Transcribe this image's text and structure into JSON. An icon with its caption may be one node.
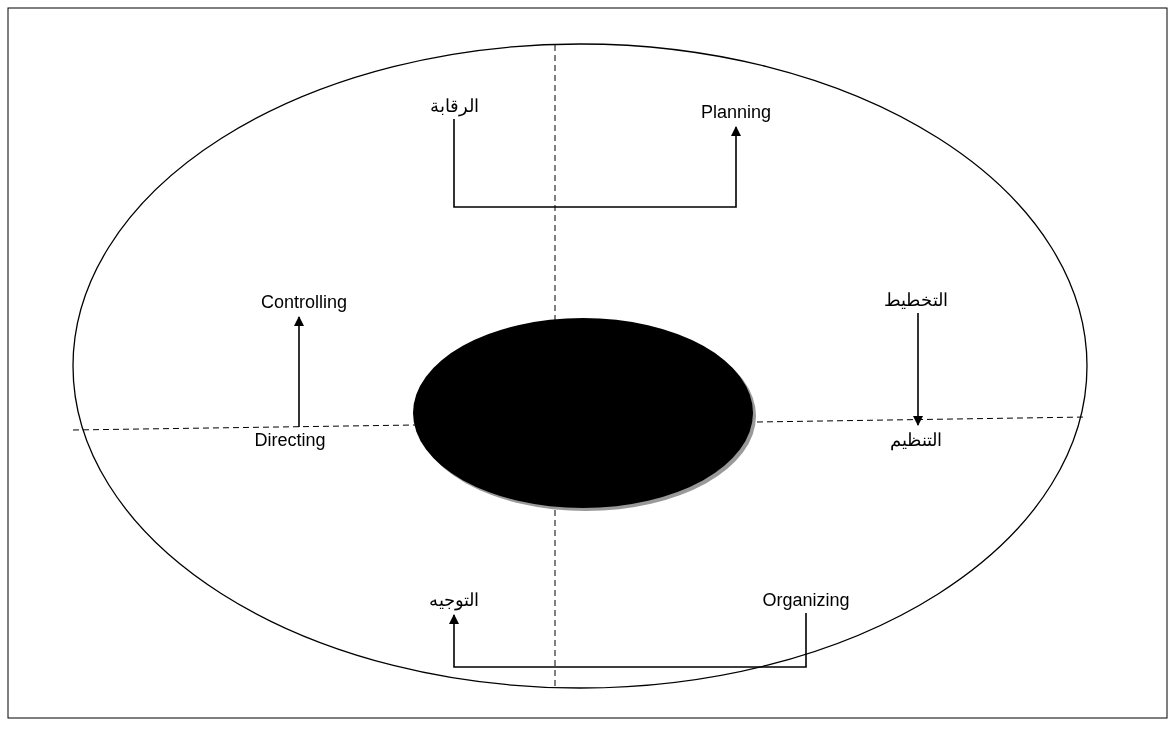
{
  "diagram": {
    "nodes": [
      {
        "text": [
          "الرقابة"
        ]
      },
      {
        "text": [
          "Planning"
        ]
      },
      {
        "text": [
          "Controlling"
        ]
      },
      {
        "text": [
          "التخطيط"
        ]
      },
      {
        "text": [
          "Directing"
        ]
      },
      {
        "text": [
          "التنظيم"
        ]
      },
      {
        "text": [
          "التوجيه"
        ]
      },
      {
        "text": [
          "Organizing"
        ]
      }
    ],
    "edges": [
      {
        "from": 0,
        "to": 1,
        "arrow": "to"
      },
      {
        "from": 3,
        "to": 5,
        "arrow": "to"
      },
      {
        "from": 7,
        "to": 6,
        "arrow": "to"
      },
      {
        "from": 4,
        "to": 2,
        "arrow": "to"
      }
    ]
  }
}
